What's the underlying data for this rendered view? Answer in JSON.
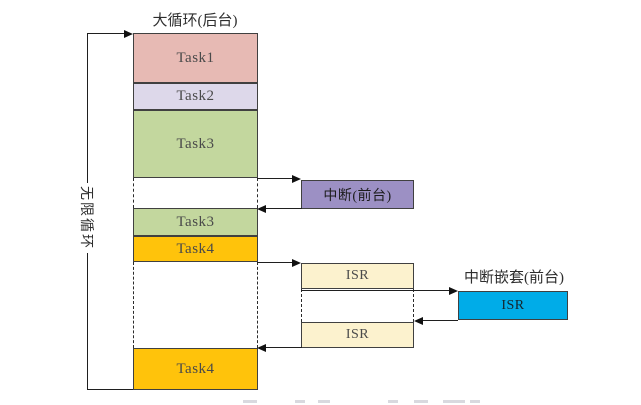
{
  "title": "大循环(后台)",
  "loop_label": "无限循环",
  "stack": {
    "segments": [
      {
        "label": "Task1"
      },
      {
        "label": "Task2"
      },
      {
        "label": "Task3"
      },
      {
        "label": "Task3"
      },
      {
        "label": "Task4"
      },
      {
        "label": "Task4"
      }
    ]
  },
  "foreground": {
    "interrupt_label": "中断(前台)",
    "isr_top_label": "ISR",
    "isr_bottom_label": "ISR",
    "nested_title": "中断嵌套(前台)",
    "nested_isr_label": "ISR"
  },
  "colors": {
    "task1": "#E7BAB4",
    "task2": "#DDD8EA",
    "task3": "#C3D79E",
    "task4": "#FFC30B",
    "interrupt": "#9C90C4",
    "isr": "#FCF2CE",
    "nested_isr": "#00ACE8",
    "line": "#1F1F1F"
  }
}
